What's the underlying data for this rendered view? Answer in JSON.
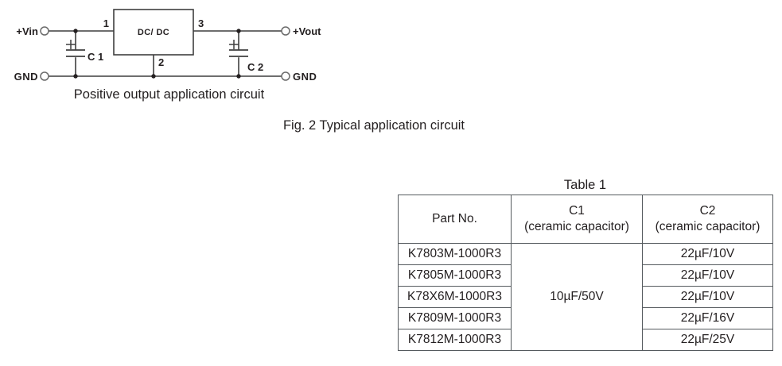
{
  "schematic": {
    "block_label": "DC/ DC",
    "pins": {
      "p1": "1",
      "p2": "2",
      "p3": "3"
    },
    "terminals": {
      "vin": "+Vin",
      "gnd_left": "GND",
      "vout": "+Vout",
      "gnd_right": "GND"
    },
    "capacitors": {
      "c1_label": "C 1",
      "c1_polarity": "+",
      "c2_label": "C 2",
      "c2_polarity": "+"
    },
    "caption": "Positive output application circuit",
    "line_color": "#3f3f3f",
    "label_color": "#231f20"
  },
  "figure": {
    "caption": "Fig. 2 Typical application circuit"
  },
  "table": {
    "title": "Table 1",
    "headers": {
      "part_no": "Part No.",
      "c1_title": "C1",
      "c1_sub": "(ceramic capacitor)",
      "c2_title": "C2",
      "c2_sub": "(ceramic capacitor)"
    },
    "c1_value": "10µF/50V",
    "rows": [
      {
        "part_no": "K7803M-1000R3",
        "c2": "22µF/10V"
      },
      {
        "part_no": "K7805M-1000R3",
        "c2": "22µF/10V"
      },
      {
        "part_no": "K78X6M-1000R3",
        "c2": "22µF/10V"
      },
      {
        "part_no": "K7809M-1000R3",
        "c2": "22µF/16V"
      },
      {
        "part_no": "K7812M-1000R3",
        "c2": "22µF/25V"
      }
    ],
    "border_color": "#555a5e"
  }
}
